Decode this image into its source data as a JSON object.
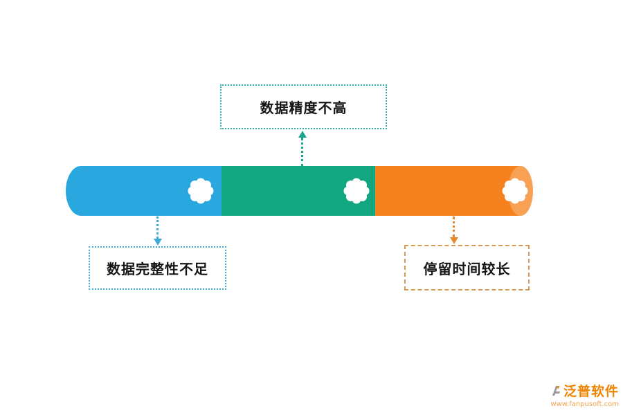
{
  "bar": {
    "segments": [
      {
        "name": "blue",
        "color": "#2BA7E0"
      },
      {
        "name": "green",
        "color": "#12A77F"
      },
      {
        "name": "orange",
        "color": "#F5821F"
      }
    ],
    "end_cap_color": "#F8A155",
    "badge_icon": "white-rosette-seal"
  },
  "callouts": [
    {
      "id": "top",
      "label": "数据精度不高",
      "border_color": "#2FB3AB",
      "arrow_color": "#17A38B",
      "points_to": "green segment"
    },
    {
      "id": "bottom-left",
      "label": "数据完整性不足",
      "border_color": "#41AADF",
      "arrow_color": "#3FA9DC",
      "points_to": "blue segment"
    },
    {
      "id": "bottom-right",
      "label": "停留时间较长",
      "border_color": "#D79A52",
      "arrow_color": "#E8872B",
      "points_to": "orange segment"
    }
  ],
  "logo": {
    "name": "泛普软件",
    "url": "www.fanpusoft.com",
    "brand_color": "#EF8200"
  }
}
